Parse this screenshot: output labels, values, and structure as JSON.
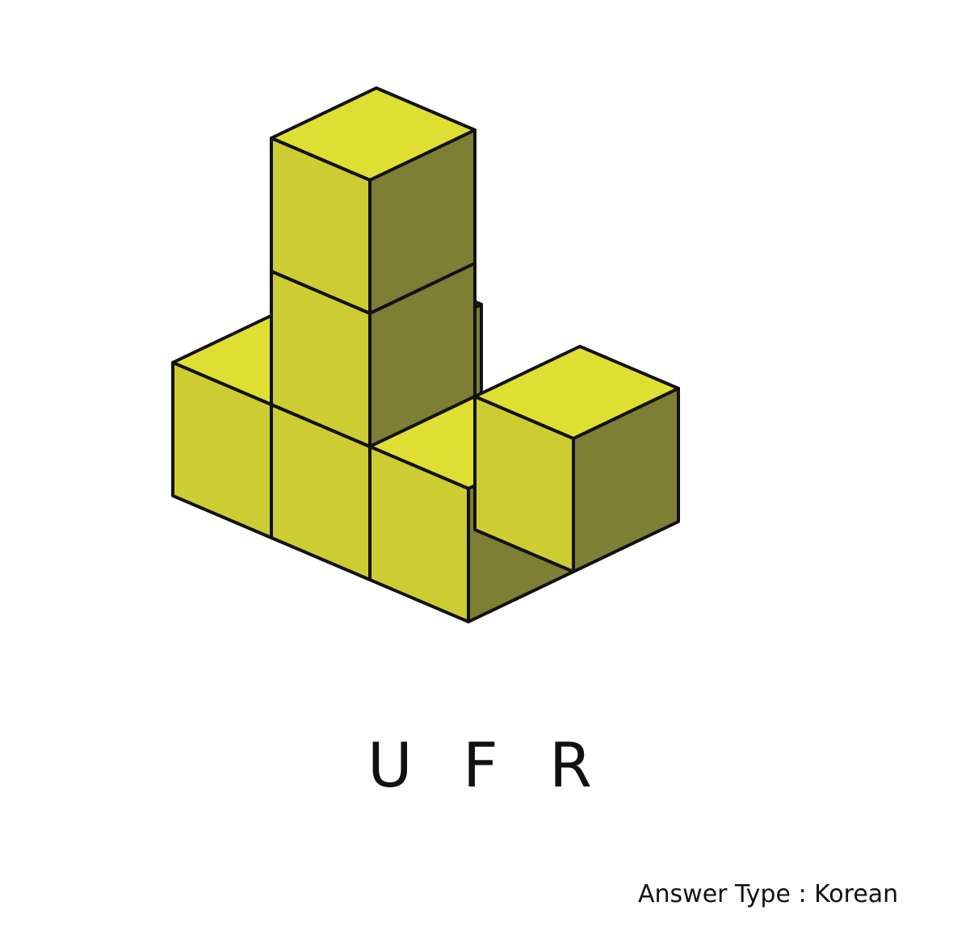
{
  "figure": {
    "description_colors": {
      "top_face": "#dfdf33",
      "front_face": "#cdcd33",
      "side_face": "#7e7e34",
      "edge": "#111111"
    }
  },
  "view_letters": [
    "U",
    "F",
    "R"
  ],
  "answer_type": "Answer Type : Korean"
}
